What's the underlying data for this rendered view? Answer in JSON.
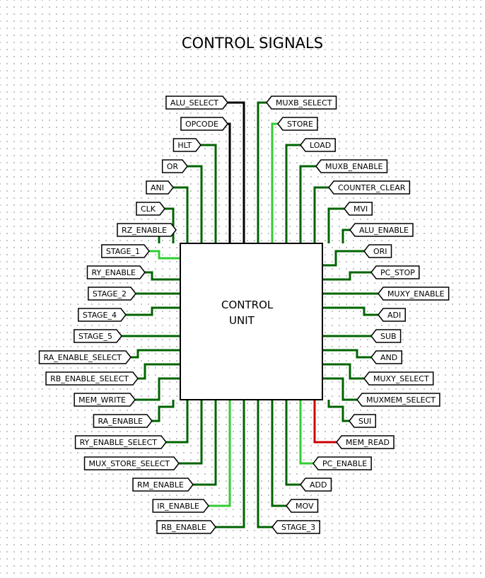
{
  "title": "CONTROL SIGNALS",
  "unit": {
    "line1": "CONTROL",
    "line2": "UNIT"
  },
  "wire_colors": {
    "dark": "#006400",
    "light": "#33cc33",
    "black": "#000000",
    "red": "#cc0000"
  },
  "signals": {
    "top_left": [
      "ALU_SELECT",
      "OPCODE",
      "HLT",
      "OR",
      "ANI",
      "CLK",
      "RZ_ENABLE"
    ],
    "top_right": [
      "MUXB_SELECT",
      "STORE",
      "LOAD",
      "MUXB_ENABLE",
      "COUNTER_CLEAR",
      "MVI",
      "ALU_ENABLE"
    ],
    "left": [
      "STAGE_1",
      "RY_ENABLE",
      "STAGE_2",
      "STAGE_4",
      "STAGE_5",
      "RA_ENABLE_SELECT",
      "RB_ENABLE_SELECT",
      "MEM_WRITE"
    ],
    "right": [
      "ORI",
      "PC_STOP",
      "MUXY_ENABLE",
      "ADI",
      "SUB",
      "AND",
      "MUXY_SELECT",
      "MUXMEM_SELECT"
    ],
    "bottom_left": [
      "RA_ENABLE",
      "RY_ENABLE_SELECT",
      "MUX_STORE_SELECT",
      "RM_ENABLE",
      "IR_ENABLE",
      "RB_ENABLE"
    ],
    "bottom_right": [
      "SUI",
      "MEM_READ",
      "PC_ENABLE",
      "ADD",
      "MOV",
      "STAGE_3"
    ]
  },
  "colors": {
    "ALU_SELECT": "black",
    "OPCODE": "black",
    "HLT": "dark",
    "OR": "dark",
    "ANI": "dark",
    "CLK": "dark",
    "RZ_ENABLE": "dark",
    "MUXB_SELECT": "dark",
    "STORE": "light",
    "LOAD": "dark",
    "MUXB_ENABLE": "dark",
    "COUNTER_CLEAR": "dark",
    "MVI": "dark",
    "ALU_ENABLE": "dark",
    "STAGE_1": "light",
    "RY_ENABLE": "dark",
    "STAGE_2": "dark",
    "STAGE_4": "dark",
    "STAGE_5": "dark",
    "RA_ENABLE_SELECT": "dark",
    "RB_ENABLE_SELECT": "dark",
    "MEM_WRITE": "dark",
    "ORI": "dark",
    "PC_STOP": "dark",
    "MUXY_ENABLE": "dark",
    "ADI": "dark",
    "SUB": "dark",
    "AND": "dark",
    "MUXY_SELECT": "dark",
    "MUXMEM_SELECT": "dark",
    "RA_ENABLE": "dark",
    "RY_ENABLE_SELECT": "dark",
    "MUX_STORE_SELECT": "dark",
    "RM_ENABLE": "dark",
    "IR_ENABLE": "light",
    "RB_ENABLE": "dark",
    "SUI": "dark",
    "MEM_READ": "red",
    "PC_ENABLE": "light",
    "ADD": "dark",
    "MOV": "dark",
    "STAGE_3": "dark"
  }
}
